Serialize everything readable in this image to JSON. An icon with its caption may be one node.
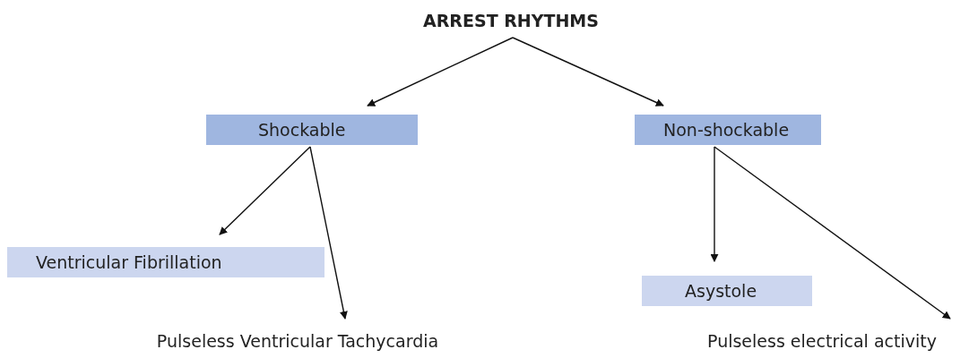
{
  "diagram": {
    "nodes": [
      {
        "text": [
          "ARREST RHYTHMS"
        ]
      },
      {
        "text": [
          "Shockable"
        ]
      },
      {
        "text": [
          "Non-shockable"
        ]
      },
      {
        "text": [
          "Ventricular Fibrillation"
        ]
      },
      {
        "text": [
          "Pulseless Ventricular Tachycardia"
        ]
      },
      {
        "text": [
          "Asystole"
        ]
      },
      {
        "text": [
          "Pulseless electrical activity"
        ]
      }
    ],
    "edges": [
      {
        "from": 0,
        "to": 1,
        "arrow": "to"
      },
      {
        "from": 0,
        "to": 2,
        "arrow": "to"
      },
      {
        "from": 1,
        "to": 3,
        "arrow": "to"
      },
      {
        "from": 1,
        "to": 4,
        "arrow": "to"
      },
      {
        "from": 2,
        "to": 5,
        "arrow": "to"
      },
      {
        "from": 2,
        "to": 6,
        "arrow": "to"
      }
    ]
  }
}
